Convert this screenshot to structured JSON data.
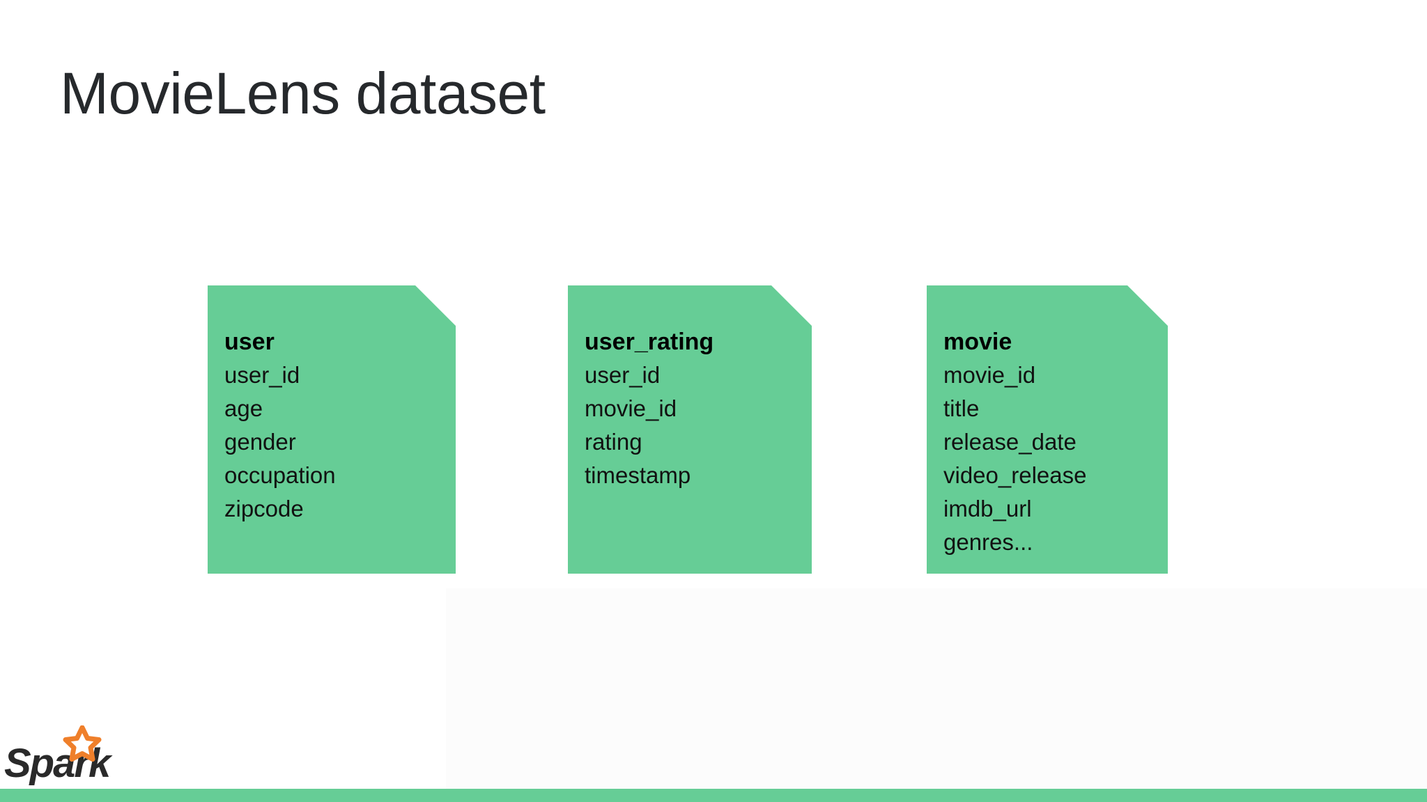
{
  "slide": {
    "title": "MovieLens dataset",
    "background_color": "#ffffff",
    "title_color": "#26292c",
    "accent_color": "#66cd96"
  },
  "cards": [
    {
      "name": "user",
      "title": "user",
      "fields": [
        "user_id",
        "age",
        "gender",
        "occupation",
        "zipcode"
      ]
    },
    {
      "name": "user_rating",
      "title": "user_rating",
      "fields": [
        "user_id",
        "movie_id",
        "rating",
        "timestamp"
      ]
    },
    {
      "name": "movie",
      "title": "movie",
      "fields": [
        "movie_id",
        "title",
        "release_date",
        "video_release",
        "imdb_url",
        "genres..."
      ]
    }
  ],
  "logo": {
    "wordmark": "Spark",
    "star_color": "#ef7f2a",
    "word_color": "#2a2a2a"
  },
  "footer": {
    "bar_color": "#66cd96"
  }
}
